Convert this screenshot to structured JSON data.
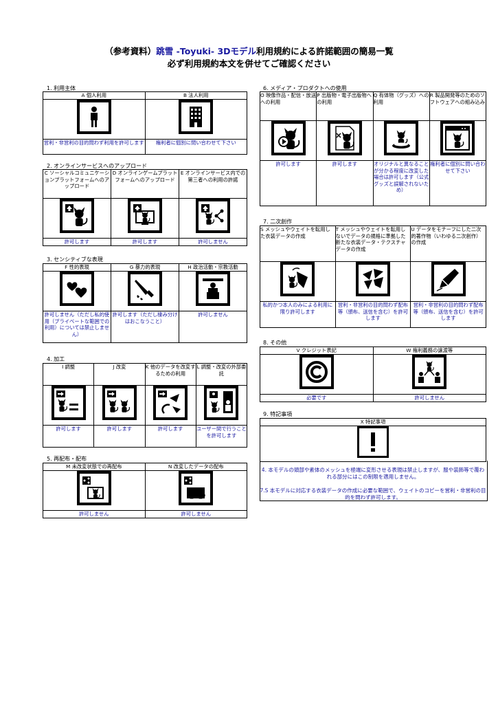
{
  "title": {
    "line1_a": "（参考資料）",
    "line1_b": "跳雪 -Toyuki- 3Dモデル",
    "line1_c": "利用規約による許諾範囲の簡易一覧",
    "line2": "必ず利用規約本文を併せてご確認ください"
  },
  "sections": {
    "s1": {
      "heading": "1. 利用主体",
      "items": [
        {
          "label": "A 個人利用",
          "status": "営利・非営利の目的問わず利用を許可します",
          "icon": "person-icon"
        },
        {
          "label": "B 法人利用",
          "status": "権利者に個別に問い合わせて下さい",
          "icon": "building-icon"
        }
      ]
    },
    "s2": {
      "heading": "2. オンラインサービスへのアップロード",
      "items": [
        {
          "label": "C ソーシャルコミュニケーションプラットフォームへのアップロード",
          "status": "許可します",
          "icon": "upload-social-icon"
        },
        {
          "label": "D オンラインゲームプラットフォームへのアップロード",
          "status": "許可します",
          "icon": "upload-game-icon"
        },
        {
          "label": "E オンラインサービス内での第三者への利用の許諾",
          "status": "許可しません",
          "icon": "share-third-party-icon"
        }
      ]
    },
    "s3": {
      "heading": "3. センシティブな表現",
      "items": [
        {
          "label": "F 性的表現",
          "status": "許可しません（ただし私的使用（プライベートな範囲での利用）については禁止しません）",
          "icon": "hearts-icon"
        },
        {
          "label": "G 暴力的表現",
          "status": "許可します（ただし棲み分けはおこなうこと）",
          "icon": "knife-icon"
        },
        {
          "label": "H 政治活動・宗教活動",
          "status": "許可しません",
          "icon": "podium-icon"
        }
      ]
    },
    "s4": {
      "heading": "4. 加工",
      "items": [
        {
          "label": "I 調整",
          "status": "許可します",
          "icon": "adjust-icon"
        },
        {
          "label": "J 改変",
          "status": "許可します",
          "icon": "modify-icon"
        },
        {
          "label": "K 他のデータを改変するための利用",
          "status": "許可します",
          "icon": "use-for-other-icon"
        },
        {
          "label": "L 調整・改変の外部委託",
          "status": "ユーザー間で行うことを許可します",
          "icon": "outsource-icon"
        }
      ]
    },
    "s5": {
      "heading": "5. 再配布・配布",
      "items": [
        {
          "label": "M 未改変状態での再配布",
          "status": "許可しません",
          "icon": "redistribute-icon"
        },
        {
          "label": "N 改変したデータの配布",
          "status": "許可しません",
          "icon": "distribute-modified-icon"
        }
      ]
    },
    "s6": {
      "heading": "6. メディア・プロダクトへの使用",
      "items": [
        {
          "label": "O 映像作品・配信・放送への利用",
          "status": "許可します",
          "icon": "video-icon"
        },
        {
          "label": "P 出版物・電子出版物への利用",
          "status": "許可します",
          "icon": "publication-icon"
        },
        {
          "label": "Q 有体物（グッズ）への利用",
          "status": "オリジナルと異なることが分かる程度に改変した場合は許可します（公式グッズと誤解されないため）",
          "icon": "figure-icon"
        },
        {
          "label": "R 製品開発等のためのソフトウェアへの組み込み",
          "status": "権利者に個別に問い合わせて下さい",
          "icon": "software-icon"
        }
      ]
    },
    "s7": {
      "heading": "7. 二次創作",
      "items": [
        {
          "label": "S メッシュやウェイトを転用した衣装データの作成",
          "status": "私的かつ本人のみによる利用に限り許可します",
          "icon": "mesh-transfer-icon"
        },
        {
          "label": "T メッシュやウェイトを転用しないでデータの規格に準拠した新たな衣装データ・テクスチャデータの作成",
          "status": "営利・非営利の目的問わず配布等（頒布、送信を含む）を許可します",
          "icon": "fabric-icon"
        },
        {
          "label": "U データをモチーフにした二次的著作物（いわゆる二次創作）の作成",
          "status": "営利・非営利の目的問わず配布等（頒布、送信を含む）を許可します",
          "icon": "pen-icon"
        }
      ]
    },
    "s8": {
      "heading": "8. その他",
      "items": [
        {
          "label": "V クレジット表記",
          "status": "必要です",
          "icon": "copyright-icon"
        },
        {
          "label": "W 権利義務の譲渡等",
          "status": "許可しません",
          "icon": "transfer-rights-icon"
        }
      ]
    },
    "s9": {
      "heading": "9. 特記事項",
      "label": "X 特記事項",
      "icon": "exclamation-icon",
      "notes": [
        "4. 本モデルの頭部や素体のメッシュを極端に変形させる表現は禁止しますが、服や装飾等で覆われる部分にはこの制限を適用しません。",
        "7.S 本モデルに対応する衣装データの作成に必要な範囲で、ウェイトのコピーを営利・非営利の目的を問わず許可します。"
      ]
    }
  }
}
